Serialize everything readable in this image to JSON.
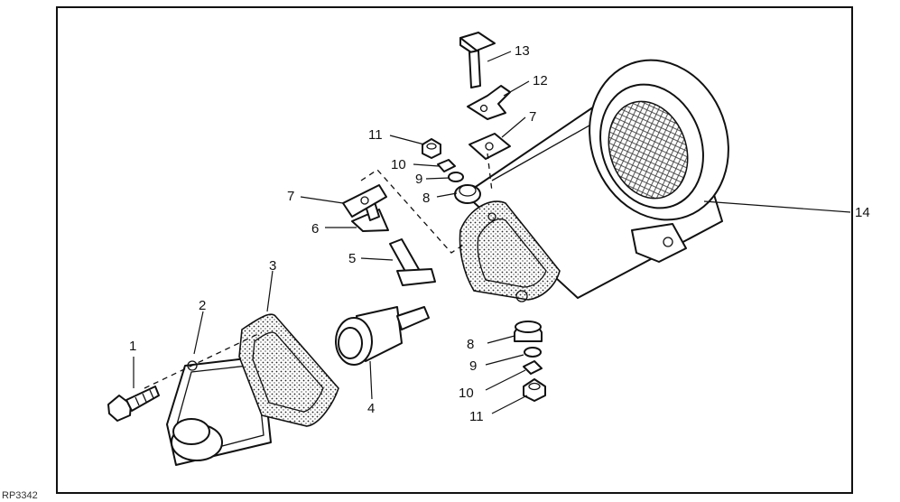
{
  "diagram": {
    "callouts": [
      "1",
      "2",
      "3",
      "4",
      "5",
      "6",
      "7",
      "7",
      "8",
      "8",
      "9",
      "9",
      "10",
      "10",
      "11",
      "11",
      "12",
      "13",
      "14"
    ],
    "figure_code": "RP3342"
  }
}
